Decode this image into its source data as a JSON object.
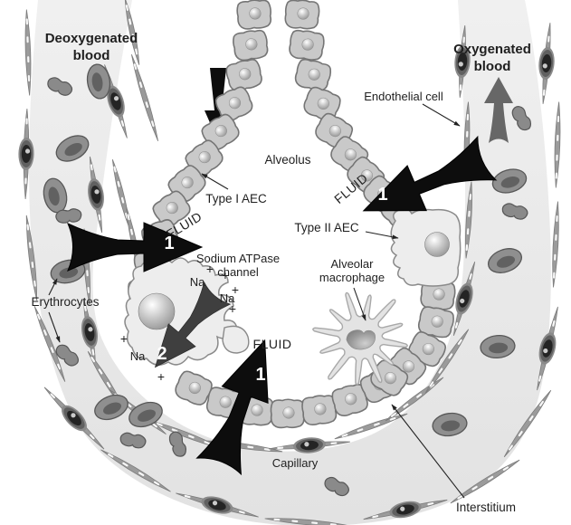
{
  "title": "Alveolar fluid clearance diagram",
  "labels": {
    "deoxygenated_line1": "Deoxygenated",
    "deoxygenated_line2": "blood",
    "oxygenated_line1": "Oxygenated",
    "oxygenated_line2": "blood",
    "endothelial_cell": "Endothelial cell",
    "alveolus": "Alveolus",
    "type1_aec": "Type I AEC",
    "type2_aec": "Type II AEC",
    "sodium_channel_line1": "Sodium ATPase",
    "sodium_channel_line2": "channel",
    "macrophage_line1": "Alveolar",
    "macrophage_line2": "macrophage",
    "erythrocytes": "Erythrocytes",
    "fluid": "FLUID",
    "capillary": "Capillary",
    "interstitium": "Interstitium",
    "sodium": "Na",
    "plus": "+"
  },
  "steps": {
    "one": "1",
    "two": "2"
  },
  "colors": {
    "text": "#1f1f1f",
    "arrow_black": "#0d0d0d",
    "arrow_gray": "#676767",
    "arrow_step2": "#3f3f3f",
    "lumen_fill": "#e9e9e9",
    "wall_fill": "#9b9b9b",
    "cell_fill": "#c9c9c9",
    "cell_stroke": "#757575",
    "type2_fill": "#ededed",
    "type2_stroke": "#8a8a8a",
    "macrophage_fill": "#e3e3e3",
    "macrophage_stroke": "#a8a8a8",
    "rbc_fill": "#8f8f8f",
    "platelet_fill": "#8a8a8a"
  }
}
